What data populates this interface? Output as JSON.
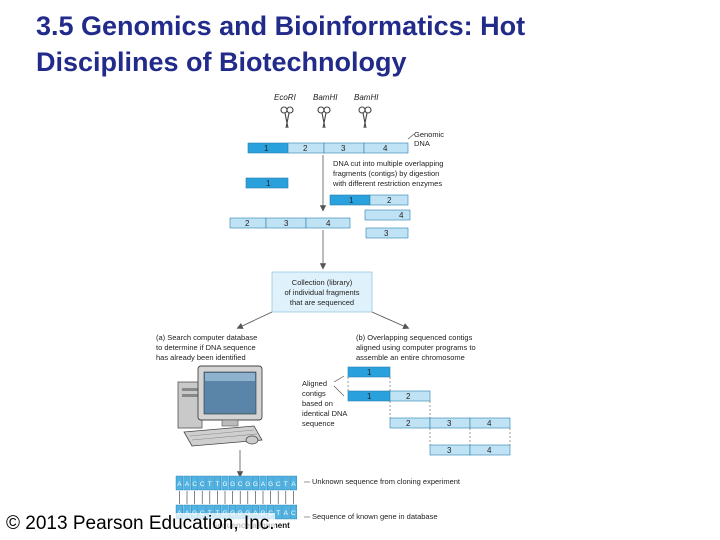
{
  "slide": {
    "title_line1": "3.5  Genomics and Bioinformatics: Hot",
    "title_line2": "Disciplines of Biotechnology"
  },
  "figure": {
    "enzymes": [
      "EcoRI",
      "BamHI",
      "BamHI"
    ],
    "genomic_dna_label": [
      "Genomic",
      "DNA"
    ],
    "genomic_segments": [
      "1",
      "2",
      "3",
      "4"
    ],
    "digest_note": [
      "DNA cut into multiple overlapping",
      "fragments (contigs) by digestion",
      "with different restriction enzymes"
    ],
    "fragment_a": [
      "1"
    ],
    "fragment_b": [
      "1",
      "2"
    ],
    "fragment_c": [
      "4"
    ],
    "fragment_d": [
      "2",
      "3",
      "4"
    ],
    "fragment_e": [
      "3"
    ],
    "library_box": [
      "Collection (library)",
      "of individual fragments",
      "that are sequenced"
    ],
    "path_a": [
      "(a) Search computer database",
      "to determine if DNA sequence",
      "has already been identified"
    ],
    "path_b": [
      "(b) Overlapping sequenced contigs",
      "aligned using computer programs to",
      "assemble an entire chromosome"
    ],
    "aligned_note": [
      "Aligned",
      "contigs",
      "based on",
      "identical DNA",
      "sequence"
    ],
    "contig_1": [
      "1"
    ],
    "contig_12": [
      "1",
      "2"
    ],
    "contig_234": [
      "2",
      "3",
      "4"
    ],
    "contig_34": [
      "3",
      "4"
    ],
    "unknown_seq_label": "Unknown sequence from cloning experiment",
    "known_seq_label": "Sequence of known gene in database",
    "alignment_label": "Sequence alignment",
    "unknown_bases": [
      "A",
      "A",
      "C",
      "C",
      "T",
      "T",
      "G",
      "G",
      "C",
      "G",
      "G",
      "A",
      "G",
      "C",
      "T",
      "A"
    ],
    "known_bases": [
      "A",
      "A",
      "G",
      "C",
      "T",
      "T",
      "G",
      "G",
      "G",
      "G",
      "A",
      "G",
      "C",
      "T",
      "A",
      "C"
    ]
  },
  "footer": {
    "copyright": "© 2013 Pearson Education, Inc."
  },
  "colors": {
    "title": "#222a8a",
    "segment_fill": "#bfe3f5",
    "segment_dark": "#2aa0dc",
    "library_box": "#dff1fb",
    "base_fill": "#4fb3e3"
  }
}
